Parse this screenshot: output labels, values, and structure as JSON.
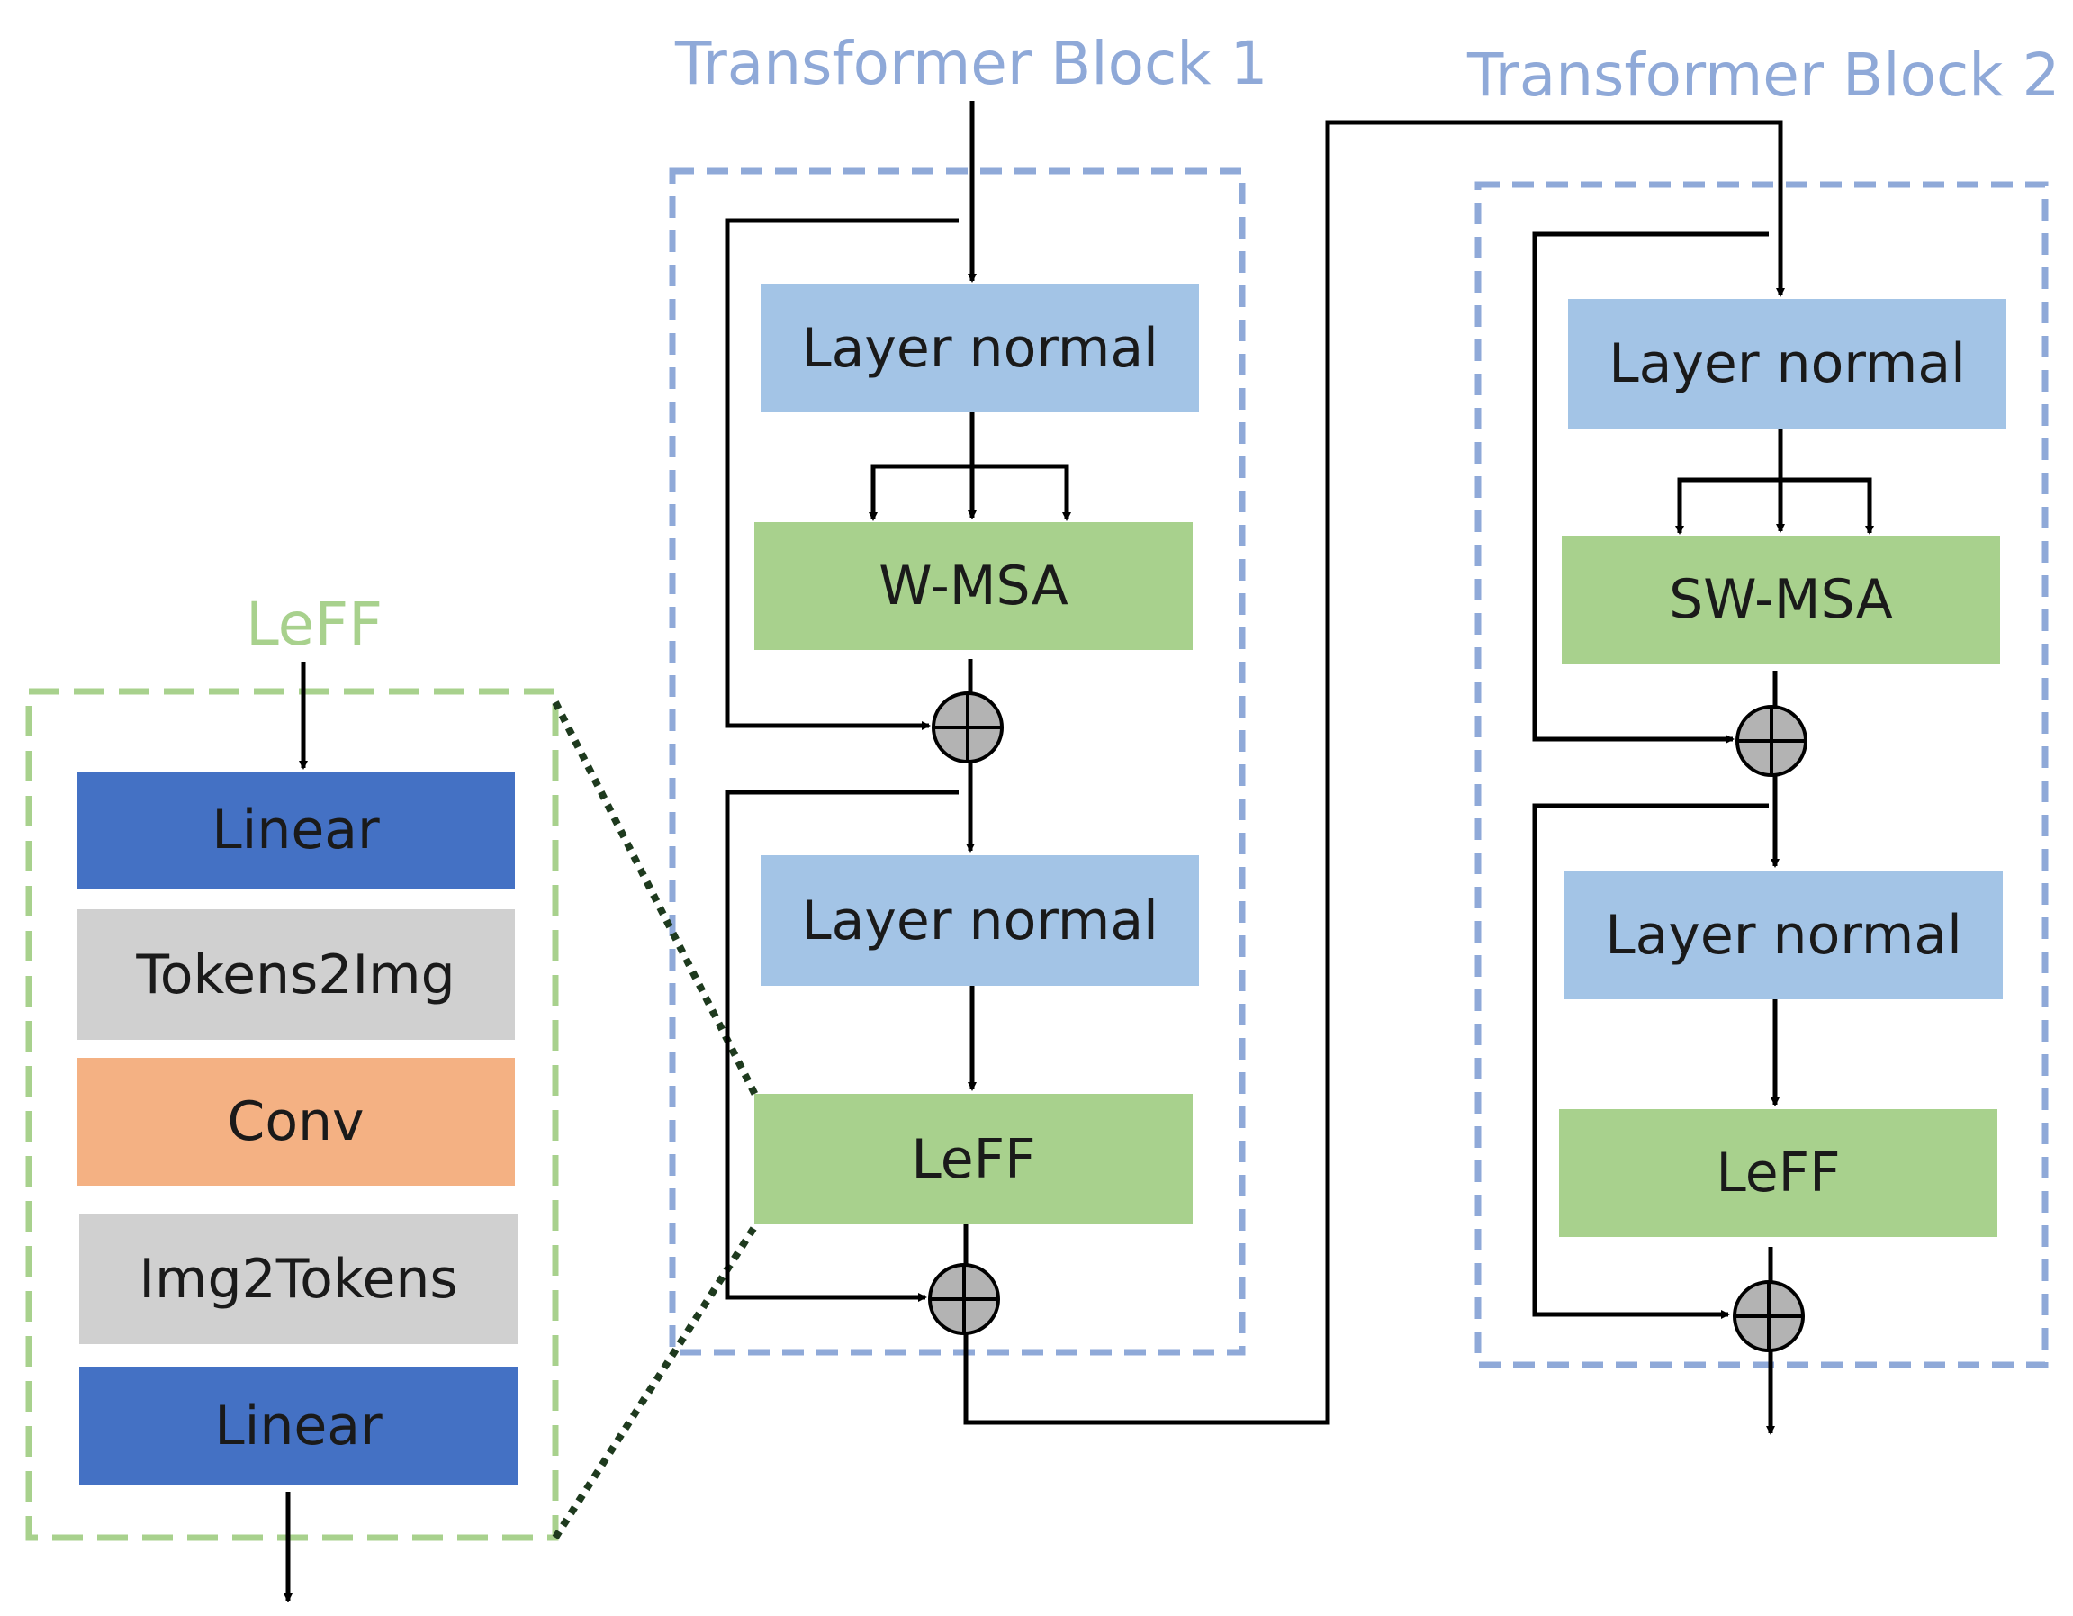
{
  "colors": {
    "block_title": "#8fa9d8",
    "leff_title": "#a8d18d",
    "block_border": "#8fa9d8",
    "leff_border": "#a8d18d",
    "layer_norm": "#a3c4e6",
    "attention": "#a8d18d",
    "linear": "#4471c4",
    "tokens": "#d0d0d0",
    "conv": "#f4b183",
    "adder": "#b3b3b3"
  },
  "block1": {
    "title": "Transformer Block 1",
    "layer_norm_1": "Layer normal",
    "attention": "W-MSA",
    "layer_norm_2": "Layer normal",
    "leff": "LeFF"
  },
  "block2": {
    "title": "Transformer Block 2",
    "layer_norm_1": "Layer normal",
    "attention": "SW-MSA",
    "layer_norm_2": "Layer normal",
    "leff": "LeFF"
  },
  "leff_detail": {
    "title": "LeFF",
    "layers": [
      "Linear",
      "Tokens2Img",
      "Conv",
      "Img2Tokens",
      "Linear"
    ]
  }
}
